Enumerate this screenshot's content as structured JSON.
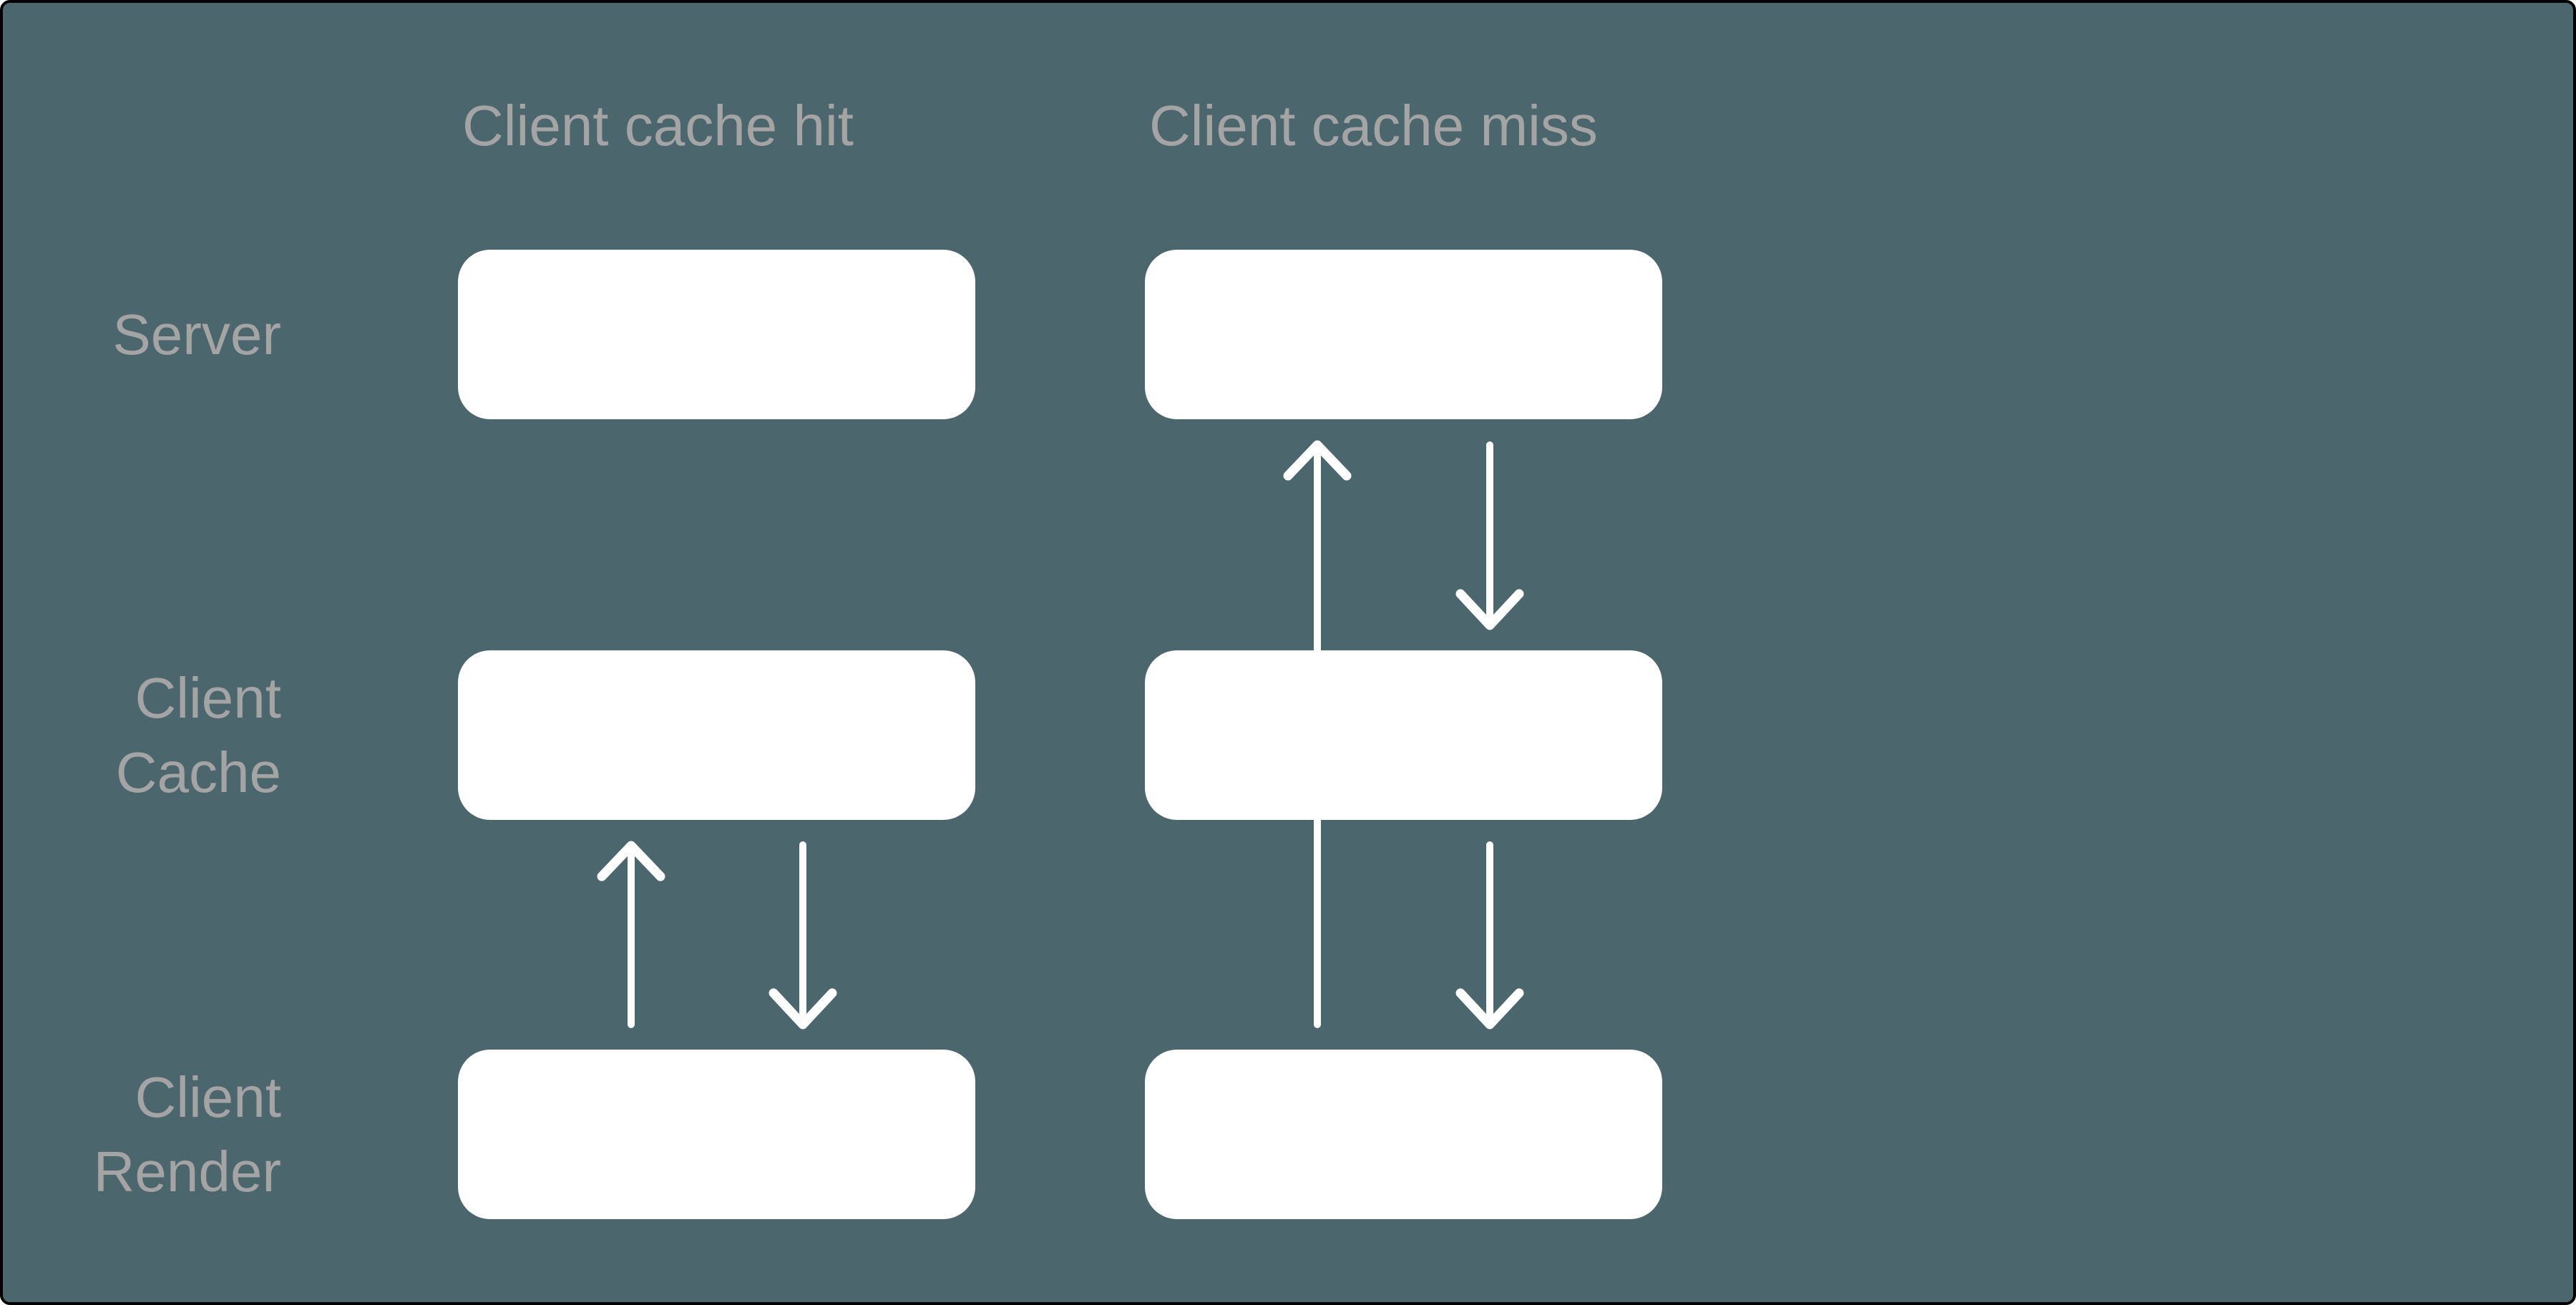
{
  "colors": {
    "page-bg": "#ffffff",
    "frame-border": "#000000",
    "frame-bg": "#4c666d",
    "label-text": "#a4a4a4",
    "box-fill": "#ffffff",
    "arrow": "#ffffff"
  },
  "columns": [
    {
      "id": "client-cache-hit",
      "header": "Client cache hit"
    },
    {
      "id": "client-cache-miss",
      "header": "Client cache miss"
    }
  ],
  "rows": [
    {
      "id": "server",
      "lines": [
        "Server"
      ]
    },
    {
      "id": "client-cache",
      "lines": [
        "Client",
        "Cache"
      ]
    },
    {
      "id": "client-render",
      "lines": [
        "Client",
        "Render"
      ]
    }
  ],
  "arrows": [
    {
      "id": "hit-render-to-cache",
      "column": "client-cache-hit",
      "from": "client-render",
      "to": "client-cache",
      "direction": "up",
      "icon": "arrow-up-icon"
    },
    {
      "id": "hit-cache-to-render",
      "column": "client-cache-hit",
      "from": "client-cache",
      "to": "client-render",
      "direction": "down",
      "icon": "arrow-down-icon"
    },
    {
      "id": "miss-render-to-server",
      "column": "client-cache-miss",
      "from": "client-render",
      "to": "server",
      "direction": "up",
      "through": "client-cache",
      "icon": "arrow-up-icon"
    },
    {
      "id": "miss-server-to-cache",
      "column": "client-cache-miss",
      "from": "server",
      "to": "client-cache",
      "direction": "down",
      "icon": "arrow-down-icon"
    },
    {
      "id": "miss-cache-to-render",
      "column": "client-cache-miss",
      "from": "client-cache",
      "to": "client-render",
      "direction": "down",
      "icon": "arrow-down-icon"
    }
  ]
}
